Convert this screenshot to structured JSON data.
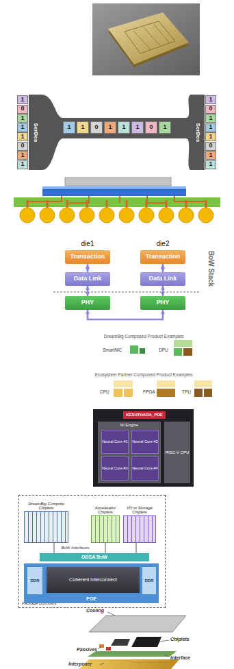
{
  "diagram": {
    "nodes": [
      {
        "text": [
          "1"
        ]
      },
      {
        "text": [
          "0"
        ]
      },
      {
        "text": [
          "1"
        ]
      },
      {
        "text": [
          "1"
        ]
      },
      {
        "text": [
          "1"
        ]
      },
      {
        "text": [
          "0"
        ]
      },
      {
        "text": [
          "1"
        ]
      },
      {
        "text": [
          "1"
        ]
      },
      {
        "text": [
          "SerDes"
        ]
      },
      {
        "text": [
          "1"
        ]
      },
      {
        "text": [
          "1"
        ]
      },
      {
        "text": [
          "0"
        ]
      },
      {
        "text": [
          "1"
        ]
      },
      {
        "text": [
          "1"
        ]
      },
      {
        "text": [
          "1"
        ]
      },
      {
        "text": [
          "0"
        ]
      },
      {
        "text": [
          "1"
        ]
      },
      {
        "text": [
          "SerDes"
        ]
      },
      {
        "text": [
          "1"
        ]
      },
      {
        "text": [
          "0"
        ]
      },
      {
        "text": [
          "1"
        ]
      },
      {
        "text": [
          "1"
        ]
      },
      {
        "text": [
          "1"
        ]
      },
      {
        "text": [
          "0"
        ]
      },
      {
        "text": [
          "1"
        ]
      },
      {
        "text": [
          "1"
        ]
      },
      {
        "text": [
          "Transaction"
        ]
      },
      {
        "text": [
          "Data Link"
        ]
      },
      {
        "text": [
          "PHY"
        ]
      },
      {
        "text": [
          "Transaction"
        ]
      },
      {
        "text": [
          "Data Link"
        ]
      },
      {
        "text": [
          "PHY"
        ]
      },
      {
        "text": [
          "KESHTHARA_POE"
        ]
      },
      {
        "text": [
          "NI Engine"
        ]
      },
      {
        "text": [
          "Neural Core #1"
        ],
        "in": 33
      },
      {
        "text": [
          "Neural Core #2"
        ],
        "in": 33
      },
      {
        "text": [
          "Neural Core #3"
        ],
        "in": 33
      },
      {
        "text": [
          "Neural Core #4"
        ],
        "in": 33
      },
      {
        "text": [
          "RISC-V CPU"
        ]
      },
      {
        "text": [
          "Package Boundary"
        ]
      },
      {
        "text": [
          "DreamBig Compute Chiplets"
        ],
        "in": 39
      },
      {
        "text": [
          "Accelerator Chiplets"
        ],
        "in": 39
      },
      {
        "text": [
          "I/O or Storage Chiplets"
        ],
        "in": 39
      },
      {
        "text": [
          "ODSA BoW"
        ],
        "in": 39
      },
      {
        "text": [
          "POE"
        ],
        "in": 39
      },
      {
        "text": [
          "DDR"
        ],
        "in": 44
      },
      {
        "text": [
          "Coherent Interconnect"
        ],
        "in": 44
      },
      {
        "text": [
          "DDR"
        ],
        "in": 44
      }
    ],
    "edges": [
      {
        "from": 26,
        "to": 27,
        "arrow": "both"
      },
      {
        "from": 27,
        "to": 28,
        "arrow": "both"
      },
      {
        "from": 29,
        "to": 30,
        "arrow": "both"
      },
      {
        "from": 30,
        "to": 31,
        "arrow": "both"
      },
      {
        "from": 28,
        "to": 31,
        "arrow": "both"
      },
      {
        "from": 40,
        "to": 43,
        "arrow": "none"
      },
      {
        "from": 41,
        "to": 43,
        "arrow": "none"
      },
      {
        "from": 42,
        "to": 43,
        "arrow": "none"
      }
    ],
    "labels": [
      "die1",
      "die2",
      "BoW Stack",
      "DreamBig Composed Product Examples",
      "SmartNIC",
      "DPU",
      "Ecosystem Partner Composed Product Examples",
      "CPU",
      "FPGA",
      "TPU",
      "BoW Interfaces",
      "Cooling",
      "Chiplets",
      "Passives",
      "Interface",
      "Interposer"
    ]
  }
}
